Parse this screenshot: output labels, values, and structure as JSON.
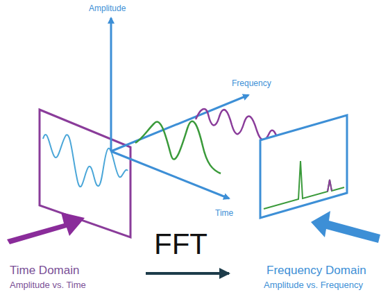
{
  "diagram": {
    "labels": [
      "Amplitude",
      "Frequency",
      "Time",
      "FFT",
      "Time Domain",
      "Amplitude vs. Time",
      "Frequency Domain",
      "Amplitude vs. Frequency"
    ]
  }
}
